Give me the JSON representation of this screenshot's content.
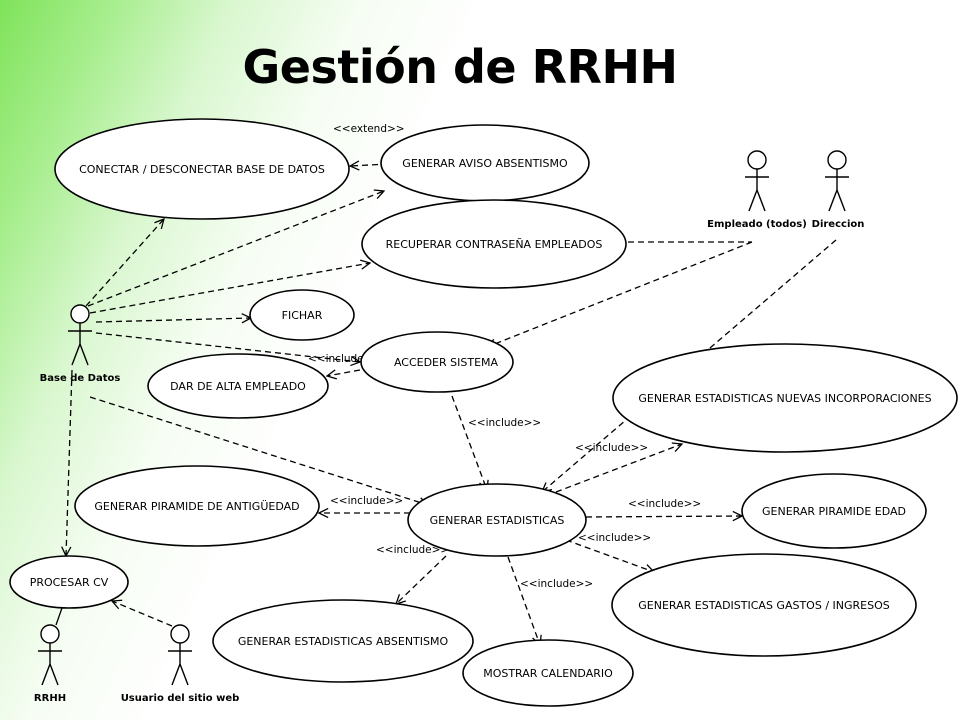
{
  "title": "Gestión de RRHH",
  "use_cases": {
    "conectar": "CONECTAR / DESCONECTAR BASE DE DATOS",
    "aviso": "GENERAR AVISO ABSENTISMO",
    "recuperar": "RECUPERAR CONTRASEÑA EMPLEADOS",
    "fichar": "FICHAR",
    "acceder": "ACCEDER SISTEMA",
    "alta": "DAR DE ALTA EMPLEADO",
    "nuevas": "GENERAR ESTADISTICAS NUEVAS INCORPORACIONES",
    "antiguedad": "GENERAR PIRAMIDE DE ANTIGÜEDAD",
    "estadisticas": "GENERAR ESTADISTICAS",
    "edad": "GENERAR PIRAMIDE EDAD",
    "procesar": "PROCESAR CV",
    "gastos": "GENERAR ESTADISTICAS GASTOS / INGRESOS",
    "absentismo": "GENERAR ESTADISTICAS ABSENTISMO",
    "calendario": "MOSTRAR CALENDARIO"
  },
  "actors": {
    "empleado": "Empleado (todos)",
    "direccion": "Direccion",
    "base": "Base de Datos",
    "rrhh": "RRHH",
    "usuario": "Usuario del sitio web"
  },
  "labels": {
    "extend": "<<extend>>",
    "include": "<<include>>"
  }
}
